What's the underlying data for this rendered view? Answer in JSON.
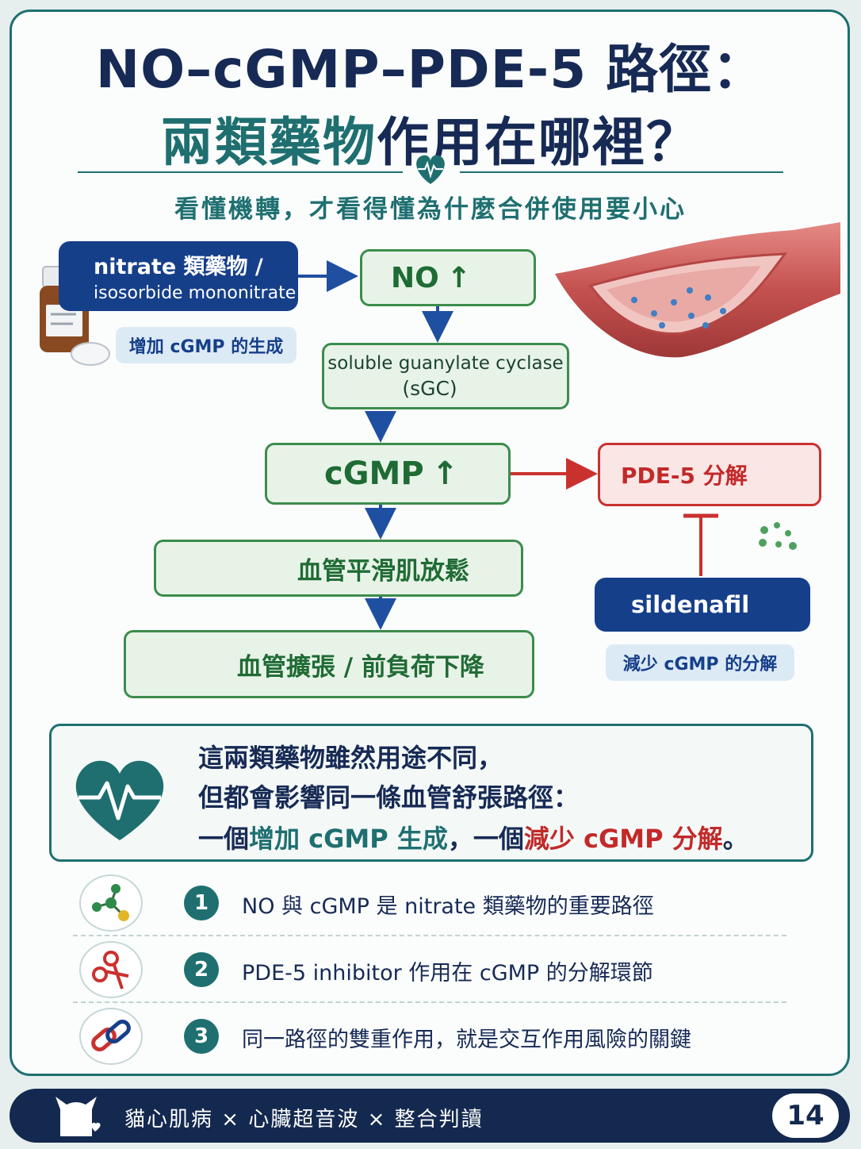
{
  "title": {
    "line1": "NO–cGMP–PDE-5 路徑：",
    "line2_highlight": "兩類藥物",
    "line2_rest": "作用在哪裡？"
  },
  "subtitle": "看懂機轉，才看得懂為什麼合併使用要小心",
  "nitrate": {
    "label_line1": "nitrate 類藥物 /",
    "label_line2": "isosorbide mononitrate",
    "note": "增加 cGMP 的生成"
  },
  "flow": {
    "no": "NO",
    "sgc_line1": "soluble guanylate cyclase",
    "sgc_line2": "(sGC)",
    "cgmp": "cGMP",
    "relax": "血管平滑肌放鬆",
    "dilate": "血管擴張 / 前負荷下降"
  },
  "pde5": {
    "label": "PDE-5 分解",
    "drug": "sildenafil",
    "note": "減少 cGMP 的分解"
  },
  "summary": {
    "line1": "這兩類藥物雖然用途不同，",
    "line2": "但都會影響同一條血管舒張路徑：",
    "line3_a": "一個",
    "line3_b": "增加 cGMP 生成",
    "line3_c": "，一個",
    "line3_d": "減少 cGMP 分解",
    "line3_e": "。"
  },
  "points": [
    {
      "num": "1",
      "text": "NO 與 cGMP 是 nitrate 類藥物的重要路徑",
      "icon": "molecule-icon"
    },
    {
      "num": "2",
      "text": "PDE-5 inhibitor 作用在 cGMP 的分解環節",
      "icon": "scissors-icon"
    },
    {
      "num": "3",
      "text": "同一路徑的雙重作用，就是交互作用風險的關鍵",
      "icon": "chain-link-icon"
    }
  ],
  "footer": {
    "text": "貓心肌病 × 心臟超音波 × 整合判讀",
    "page": "14"
  },
  "colors": {
    "navy": "#172a55",
    "teal": "#1f6f70",
    "green": "#3c8c4c",
    "red": "#c22a29",
    "blue": "#163f8a"
  }
}
